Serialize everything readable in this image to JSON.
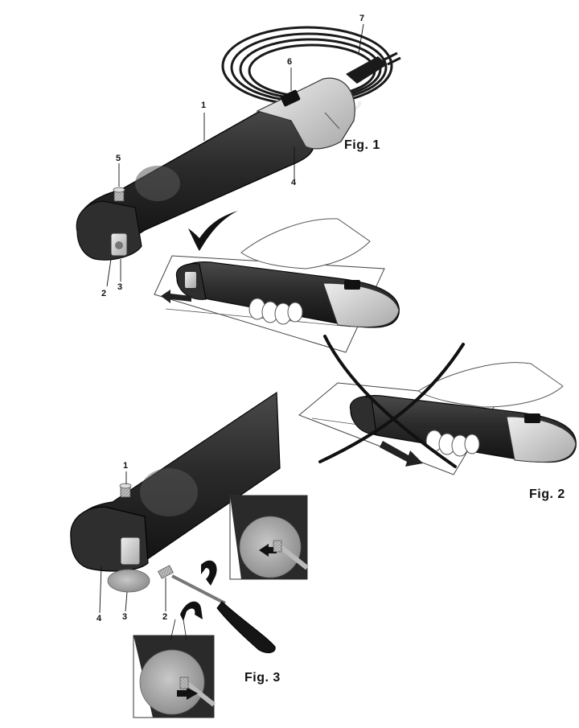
{
  "figures": [
    {
      "id": "fig1",
      "caption": "Fig. 1"
    },
    {
      "id": "fig2",
      "caption": "Fig. 2"
    },
    {
      "id": "fig3",
      "caption": "Fig. 3"
    }
  ],
  "fig1_labels": [
    "1",
    "2",
    "3",
    "4",
    "5",
    "6",
    "7"
  ],
  "fig3_labels": [
    "1",
    "2",
    "3",
    "4"
  ],
  "colors": {
    "ink": "#111111",
    "tool_body": "#2b2b2b",
    "tool_head": "#cfcfcf",
    "blade": "#a8a8a8",
    "arrow": "#222222"
  }
}
